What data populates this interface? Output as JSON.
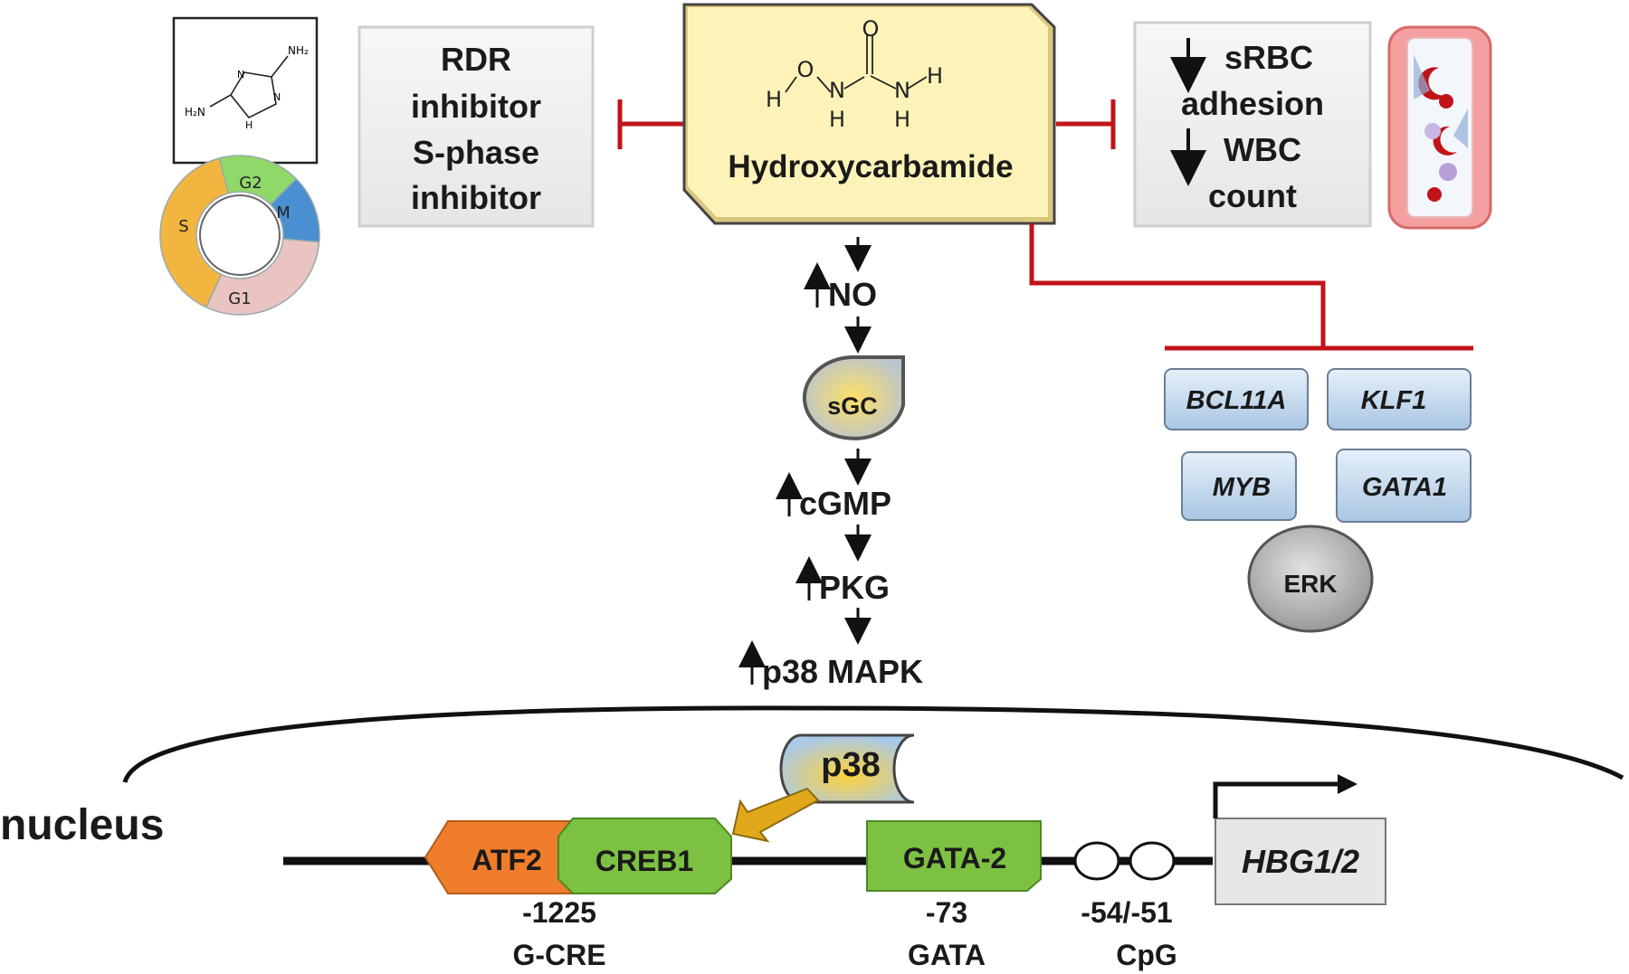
{
  "colors": {
    "inhibit": "#c0141a",
    "hu_box_fill": "#fdf3b8",
    "gene_box_fill": "#c9def0",
    "green_box": "#7dc142",
    "orange_box": "#ef7d2b",
    "arrow_gold": "#e0a81a",
    "cycle_S": "#f2b540",
    "cycle_G2": "#8fd86a",
    "cycle_M": "#4a90d0",
    "cycle_G1": "#e9c4c0"
  },
  "drug": {
    "name": "Hydroxycarbamide",
    "formula_atoms": [
      "O",
      "H",
      "N",
      "H",
      "N",
      "H",
      "H"
    ]
  },
  "structure": {
    "amine_top": "NH₂",
    "amine_left": "H₂N",
    "ring_n": "N",
    "ring_nh": "H"
  },
  "cell_cycle": {
    "phases": [
      "S",
      "G2",
      "M",
      "G1"
    ]
  },
  "left_box": {
    "lines": [
      "RDR",
      "inhibitor",
      "S-phase",
      "inhibitor"
    ]
  },
  "right_box": {
    "lines": [
      "sRBC",
      "adhesion",
      "WBC",
      "count"
    ]
  },
  "pathway": {
    "no": "NO",
    "sgc": "sGC",
    "cgmp": "cGMP",
    "pkg": "PKG",
    "p38mapk": "p38 MAPK"
  },
  "genes": [
    "BCL11A",
    "KLF1",
    "MYB",
    "GATA1"
  ],
  "erk": "ERK",
  "nucleus": {
    "label": "nucleus",
    "p38": "p38",
    "atf2": "ATF2",
    "creb1": "CREB1",
    "gata2": "GATA-2",
    "hbg": "HBG1/2",
    "sites": [
      {
        "pos": "-1225",
        "name": "G-CRE"
      },
      {
        "pos": "-73",
        "name": "GATA"
      },
      {
        "pos": "-54/-51",
        "name": "CpG"
      }
    ]
  }
}
